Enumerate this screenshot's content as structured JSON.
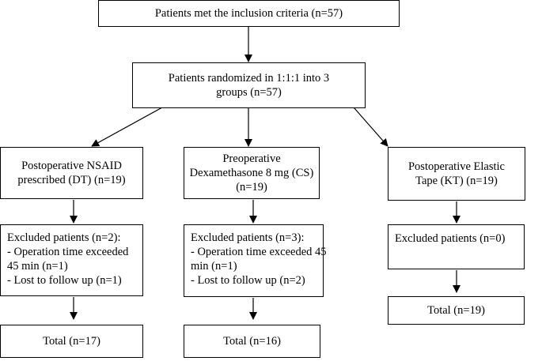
{
  "flowchart": {
    "top": {
      "lines": [
        "Patients met the inclusion criteria (n=57)"
      ]
    },
    "randomized": {
      "lines": [
        "Patients randomized in 1:1:1 into 3",
        "groups (n=57)"
      ]
    },
    "groups": [
      {
        "title_lines": [
          "Postoperative NSAID",
          "prescribed (DT) (n=19)"
        ],
        "excluded_lines": [
          "Excluded patients (n=2):",
          "- Operation time exceeded",
          "45 min  (n=1)",
          "- Lost to follow up (n=1)"
        ],
        "total": "Total (n=17)"
      },
      {
        "title_lines": [
          "Preoperative",
          "Dexamethasone 8 mg (CS)",
          "(n=19)"
        ],
        "excluded_lines": [
          "Excluded patients (n=3):",
          "- Operation time exceeded 45",
          "min (n=1)",
          "- Lost to follow up (n=2)"
        ],
        "total": "Total (n=16)"
      },
      {
        "title_lines": [
          "Postoperative Elastic",
          "Tape (KT) (n=19)"
        ],
        "excluded_lines": [
          "Excluded patients (n=0)"
        ],
        "total": "Total (n=19)"
      }
    ]
  }
}
